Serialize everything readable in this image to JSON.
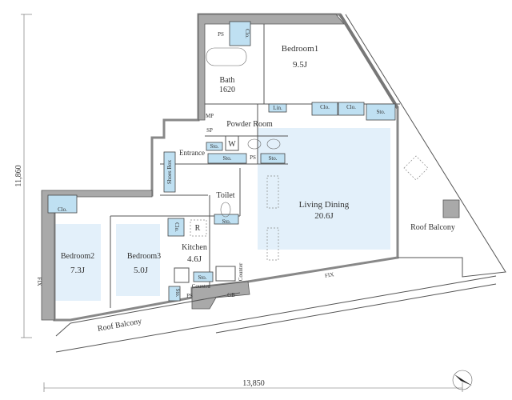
{
  "dimensions": {
    "height": "11,860",
    "width": "13,850"
  },
  "rooms": {
    "bedroom1": {
      "name": "Bedroom1",
      "size": "9.5J"
    },
    "bath": {
      "name": "Bath",
      "size": "1620"
    },
    "powder_room": {
      "name": "Powder Room"
    },
    "entrance": {
      "name": "Entrance"
    },
    "toilet": {
      "name": "Toilet"
    },
    "living_dining": {
      "name": "Living Dining",
      "size": "20.6J"
    },
    "bedroom2": {
      "name": "Bedroom2",
      "size": "7.3J"
    },
    "bedroom3": {
      "name": "Bedroom3",
      "size": "5.0J"
    },
    "kitchen": {
      "name": "Kitchen",
      "size": "4.6J"
    },
    "roof_balcony_right": {
      "name": "Roof Balcony"
    },
    "roof_balcony_bottom": {
      "name": "Roof Balcony"
    }
  },
  "labels": {
    "ps": "PS",
    "clo": "Clo.",
    "mp": "MP",
    "sp": "SP",
    "lin": "Lin.",
    "sto": "Sto.",
    "w": "W",
    "shoes_box": "Shoes Box",
    "r": "R",
    "counter": "Counter",
    "gb": "GB",
    "fix": "FIX"
  },
  "colors": {
    "room_fill": "#e3f0fa",
    "storage_fill": "#bfe0f2",
    "wall": "#a9a9a9"
  },
  "icons": [
    "north-arrow-icon"
  ]
}
